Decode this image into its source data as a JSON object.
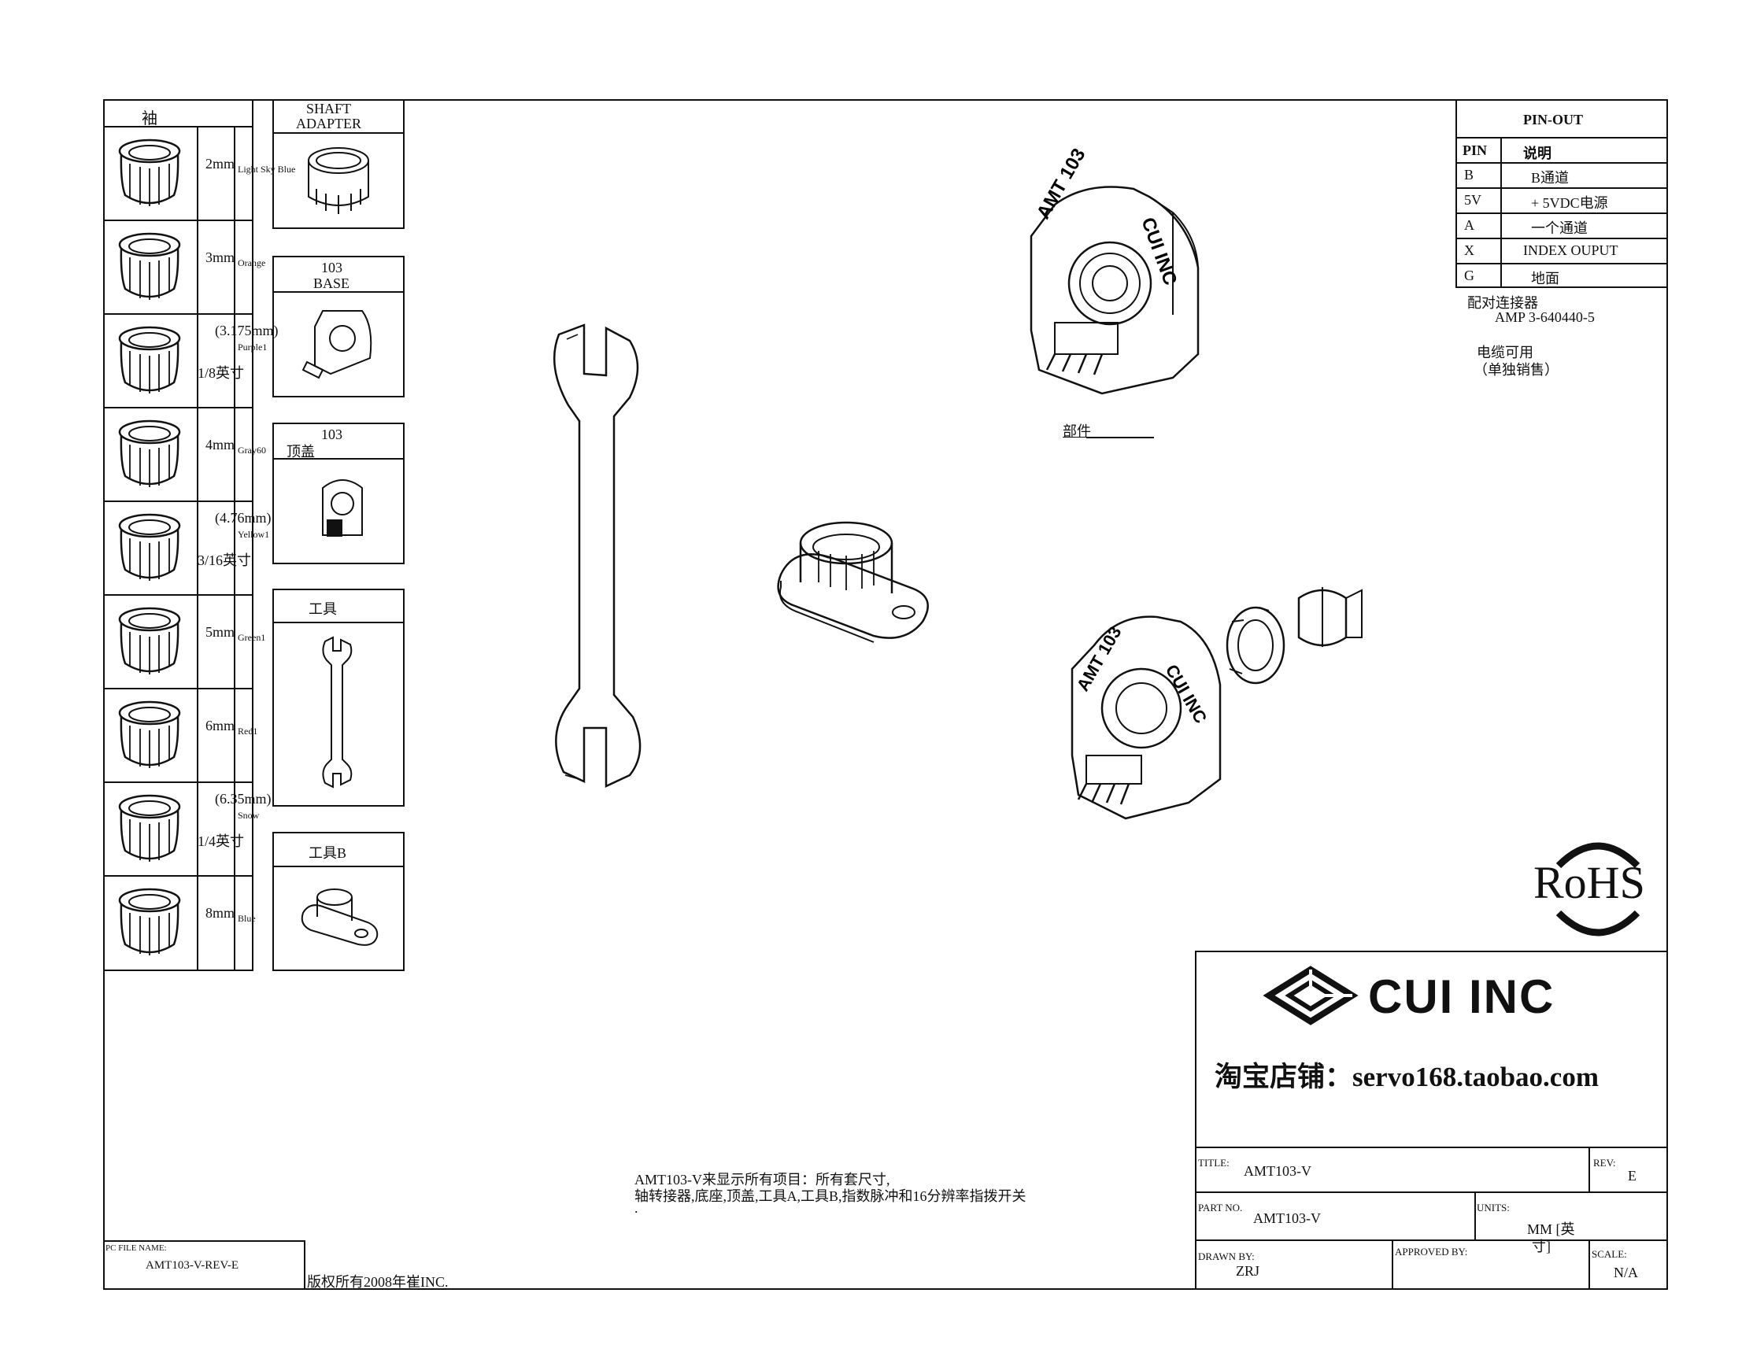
{
  "sleeves": {
    "header": "袖",
    "items": [
      {
        "size": "2mm",
        "color": "Light Sky Blue"
      },
      {
        "size": "3mm",
        "color": "Orange"
      },
      {
        "size": "(3.175mm)",
        "inch": "1/8英寸",
        "color": "Purple1"
      },
      {
        "size": "4mm",
        "color": "Gray60"
      },
      {
        "size": "(4.76mm)",
        "inch": "3/16英寸",
        "color": "Yellow1"
      },
      {
        "size": "5mm",
        "color": "Green1"
      },
      {
        "size": "6mm",
        "color": "Red1"
      },
      {
        "size": "(6.35mm)",
        "inch": "1/4英寸",
        "color": "Snow"
      },
      {
        "size": "8mm",
        "color": "Blue"
      }
    ]
  },
  "parts": {
    "shaft_adapter": "SHAFT\nADAPTER",
    "base_line1": "103",
    "base_line2": "BASE",
    "cover_line1": "103",
    "cover_line2": "顶盖",
    "tool": "工具",
    "tool_b": "工具B"
  },
  "assembly_label": "部件",
  "pinout": {
    "title": "PIN-OUT",
    "col_pin": "PIN",
    "col_desc": "说明",
    "rows": [
      {
        "pin": "B",
        "desc": "B通道"
      },
      {
        "pin": "5V",
        "desc": "+ 5VDC电源"
      },
      {
        "pin": "A",
        "desc": "一个通道"
      },
      {
        "pin": "X",
        "desc": "INDEX OUPUT"
      },
      {
        "pin": "G",
        "desc": "地面"
      }
    ],
    "mate_label": "配对连接器",
    "mate_value": "AMP 3-640440-5",
    "cable_label": "电缆可用",
    "cable_note": "（单独销售）"
  },
  "rohs": "RoHS",
  "logo_text": "CUI INC",
  "shop_text": "淘宝店铺：servo168.taobao.com",
  "notes": {
    "line1": "AMT103-V来显示所有项目：所有套尺寸,",
    "line2": "轴转接器,底座,顶盖,工具A,工具B,指数脉冲和16分辨率指拨开关",
    "line3": "."
  },
  "pc_file": {
    "label": "PC FILE NAME:",
    "value": "AMT103-V-REV-E"
  },
  "copyright": "版权所有2008年崔INC.",
  "title_block": {
    "title_label": "TITLE:",
    "title_value": "AMT103-V",
    "rev_label": "REV:",
    "rev_value": "E",
    "part_label": "PART NO.",
    "part_value": "AMT103-V",
    "units_label": "UNITS:",
    "units_value1": "MM [英",
    "units_value2": "寸]",
    "drawn_label": "DRAWN BY:",
    "drawn_value": "ZRJ",
    "approved_label": "APPROVED BY:",
    "scale_label": "SCALE:",
    "scale_value": "N/A"
  }
}
